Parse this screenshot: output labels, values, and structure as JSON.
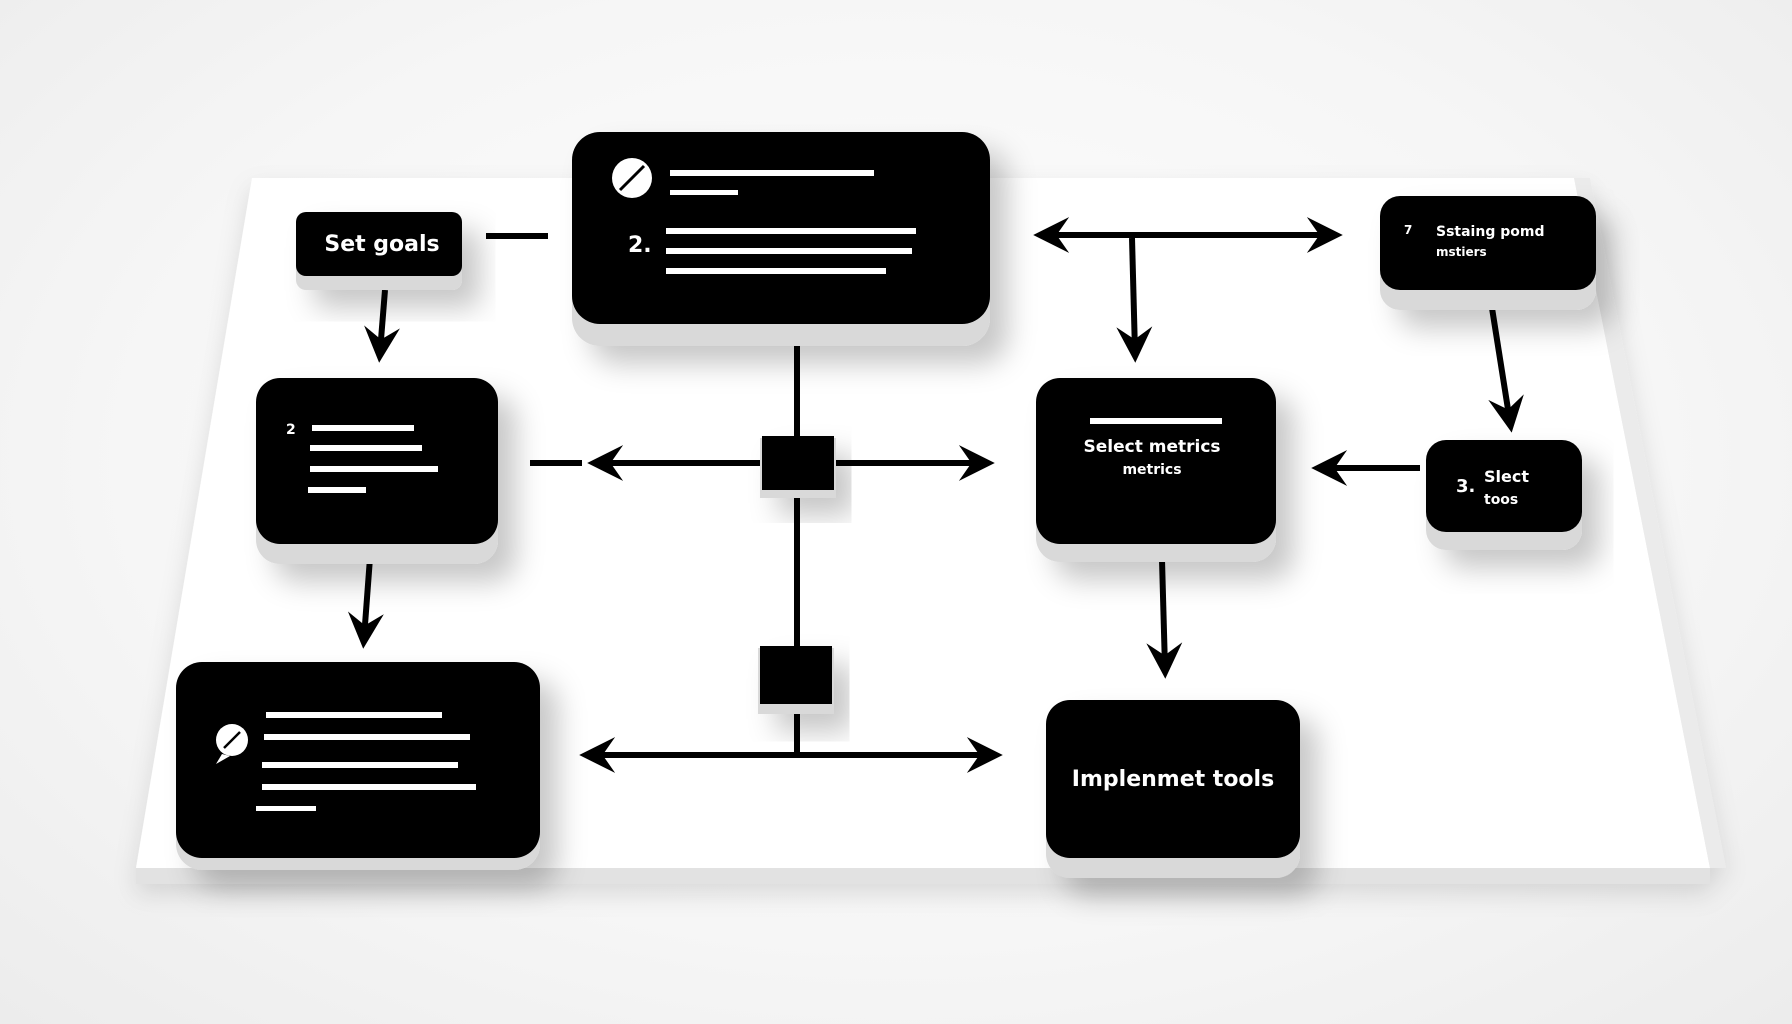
{
  "diagram": {
    "nodes": {
      "set_goals": {
        "label": "Set goals"
      },
      "top_center": {
        "number": "2."
      },
      "left_middle": {
        "number": "2"
      },
      "top_right": {
        "number": "7",
        "line1": "Sstaing pomd",
        "line2": "mstiers"
      },
      "select_metrics": {
        "line1": "Select metrics",
        "line2": "metrics"
      },
      "select_tools": {
        "number": "3.",
        "line1": "Slect",
        "line2": "toos"
      },
      "implement_tools": {
        "label": "Implenmet tools"
      }
    }
  },
  "colors": {
    "box_fill": "#000000",
    "box_side": "#d9d9d9",
    "platform_top": "#ffffff",
    "platform_side": "#e2e2e2",
    "text": "#ffffff",
    "connector": "#000000"
  },
  "icons": [
    "slash-circle-icon",
    "chat-bubble-icon"
  ]
}
